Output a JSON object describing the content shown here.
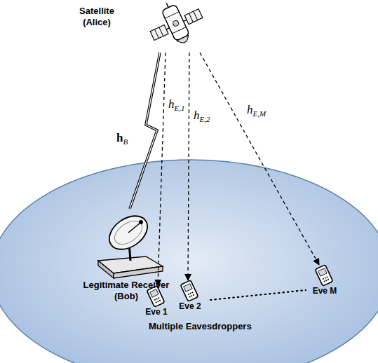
{
  "diagram": {
    "nodes": [
      {
        "text": [
          "Satellite (Alice)"
        ]
      },
      {
        "text": [
          "Legitimate Receiver (Bob)"
        ]
      },
      {
        "text": [
          "Eve 1"
        ]
      },
      {
        "text": [
          "Eve 2"
        ]
      },
      {
        "text": [
          "Eve M"
        ]
      }
    ],
    "edges": [
      {
        "from": 0,
        "to": 1,
        "arrow": "none",
        "label": "hB"
      },
      {
        "from": 0,
        "to": 2,
        "arrow": "to",
        "label": "hE,1"
      },
      {
        "from": 0,
        "to": 3,
        "arrow": "to",
        "label": "hE,2"
      },
      {
        "from": 0,
        "to": 4,
        "arrow": "to",
        "label": "hE,M"
      }
    ],
    "labels": [
      "Multiple Eavesdroppers"
    ]
  }
}
